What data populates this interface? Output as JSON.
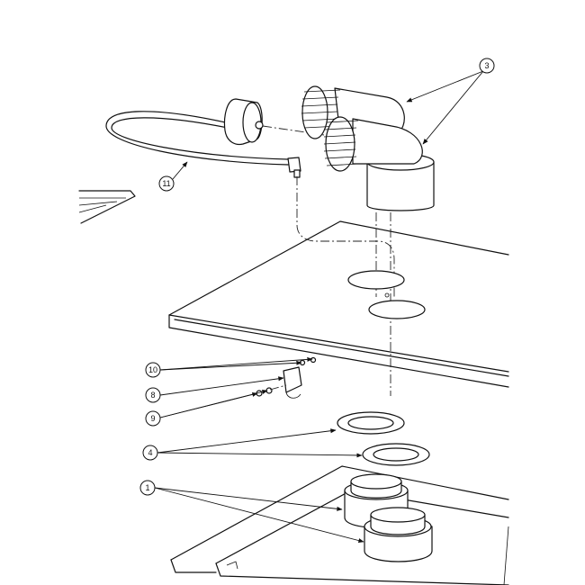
{
  "callouts": [
    {
      "id": "callout-3",
      "label": "3"
    },
    {
      "id": "callout-11",
      "label": "11"
    },
    {
      "id": "callout-10",
      "label": "10"
    },
    {
      "id": "callout-8",
      "label": "8"
    },
    {
      "id": "callout-9",
      "label": "9"
    },
    {
      "id": "callout-4",
      "label": "4"
    },
    {
      "id": "callout-1",
      "label": "1"
    }
  ],
  "colors": {
    "line": "#111111",
    "background": "#ffffff"
  }
}
